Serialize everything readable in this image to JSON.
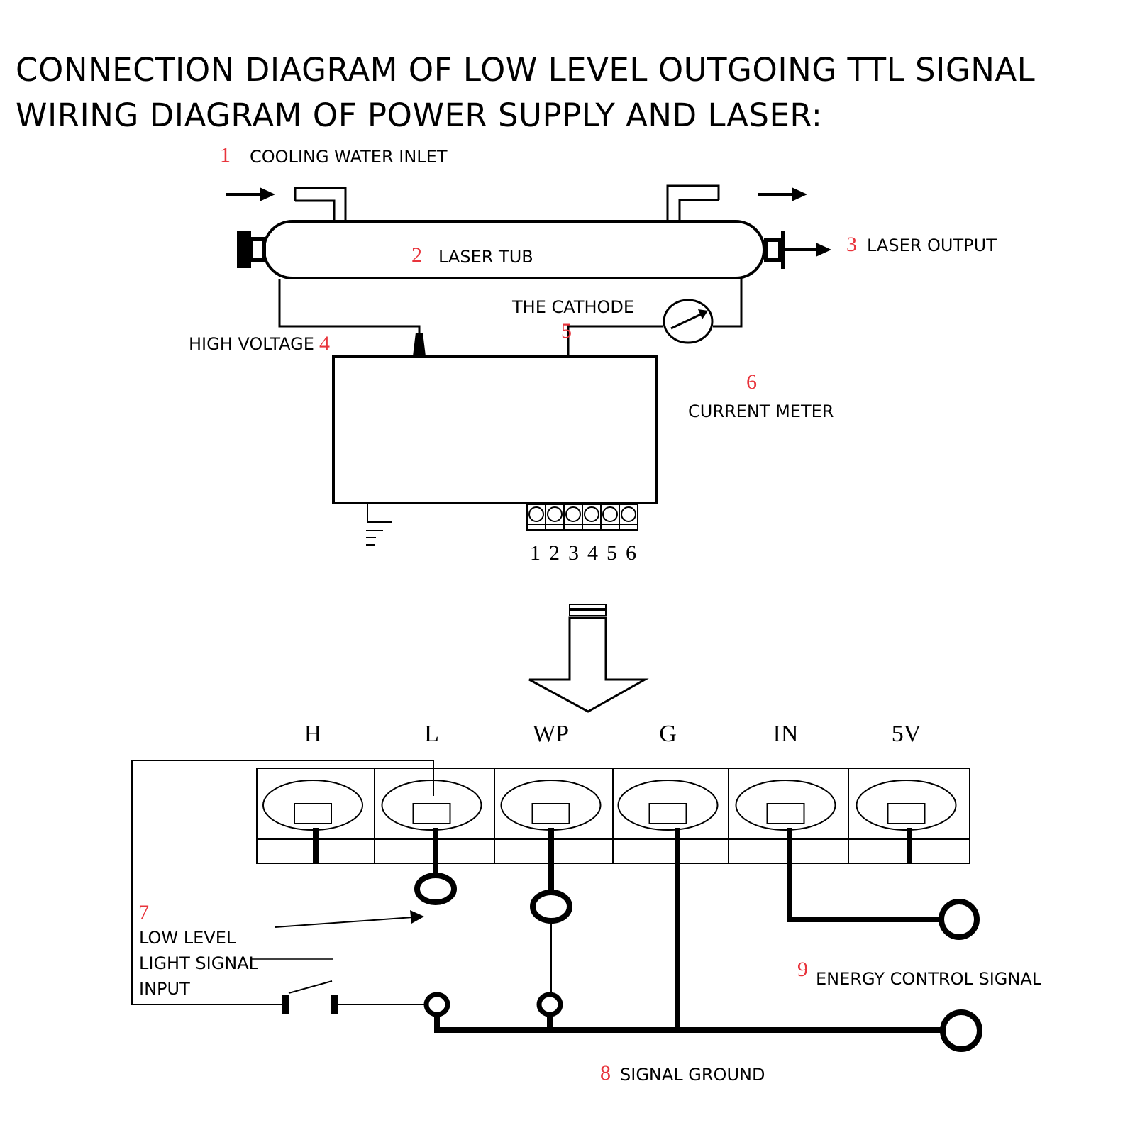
{
  "title": {
    "line1": "CONNECTION DIAGRAM OF LOW LEVEL OUTGOING TTL SIGNAL",
    "line2": "WIRING DIAGRAM OF POWER SUPPLY AND LASER:"
  },
  "accent_color": "#e8343c",
  "callouts": [
    {
      "number": "1",
      "label": "COOLING WATER INLET"
    },
    {
      "number": "2",
      "label": "LASER TUB"
    },
    {
      "number": "3",
      "label": "LASER OUTPUT"
    },
    {
      "number": "4",
      "label": "HIGH VOLTAGE"
    },
    {
      "number": "5",
      "label": "THE CATHODE"
    },
    {
      "number": "6",
      "label": "CURRENT METER"
    },
    {
      "number": "7",
      "label_lines": [
        "LOW LEVEL",
        "LIGHT SIGNAL",
        "INPUT"
      ]
    },
    {
      "number": "8",
      "label": "SIGNAL GROUND"
    },
    {
      "number": "9",
      "label": "ENERGY CONTROL SIGNAL"
    }
  ],
  "power_supply": {
    "terminal_numbers": [
      "1",
      "2",
      "3",
      "4",
      "5",
      "6"
    ]
  },
  "terminal_block": {
    "pins": [
      "H",
      "L",
      "WP",
      "G",
      "IN",
      "5V"
    ]
  }
}
